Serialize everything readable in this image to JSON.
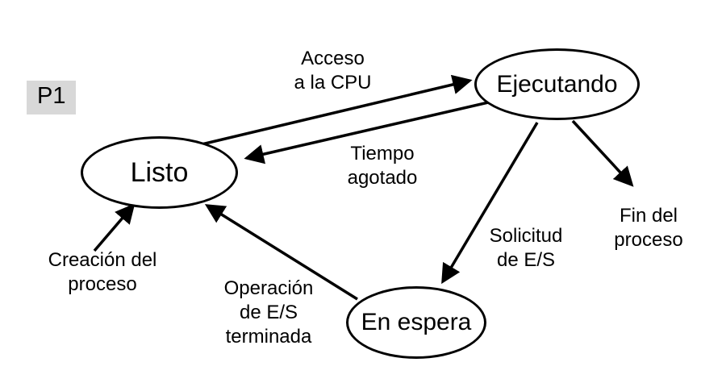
{
  "title": "P1",
  "nodes": {
    "listo": {
      "label": "Listo"
    },
    "ejecutando": {
      "label": "Ejecutando"
    },
    "en_espera": {
      "label": "En espera"
    }
  },
  "edges": {
    "acceso_cpu": {
      "label": "Acceso\na la CPU",
      "from": "listo",
      "to": "ejecutando"
    },
    "tiempo_agotado": {
      "label": "Tiempo\nagotado",
      "from": "ejecutando",
      "to": "listo"
    },
    "solicitud_es": {
      "label": "Solicitud\nde E/S",
      "from": "ejecutando",
      "to": "en_espera"
    },
    "operacion_es": {
      "label": "Operación\nde E/S\nterminada",
      "from": "en_espera",
      "to": "listo"
    },
    "creacion": {
      "label": "Creación del\nproceso",
      "from": "",
      "to": "listo"
    },
    "fin": {
      "label": "Fin del\nproceso",
      "from": "ejecutando",
      "to": ""
    }
  },
  "colors": {
    "stroke": "#000000",
    "background": "#ffffff",
    "p1_tag_background": "#d8d8d8"
  }
}
